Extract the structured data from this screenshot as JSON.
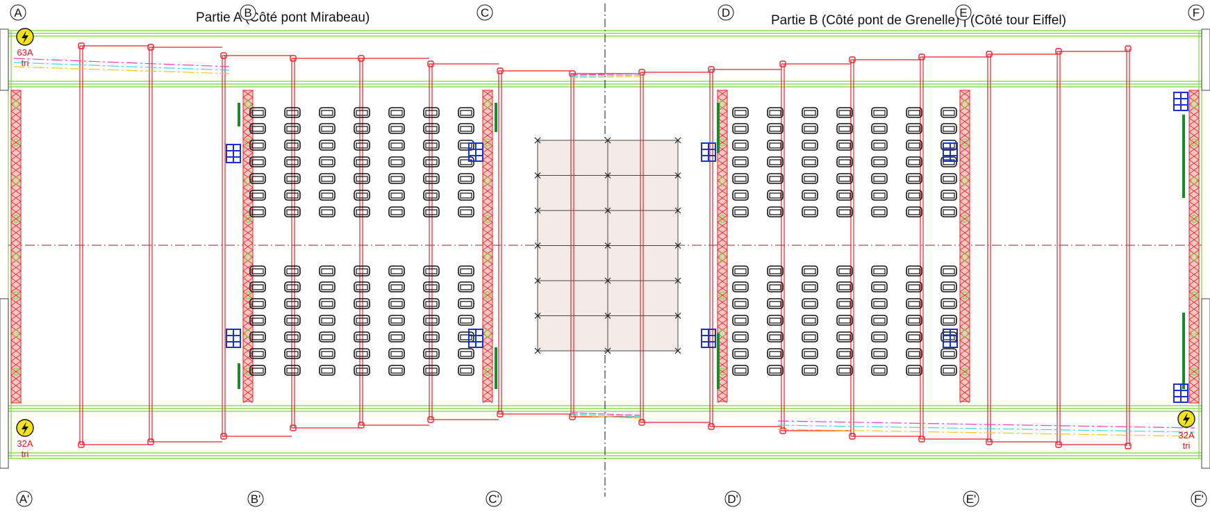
{
  "titles": {
    "part_a": "Partie A (Côté pont Mirabeau)",
    "part_b": "Partie B (Côté pont de Grenelle) | (Côté tour Eiffel)"
  },
  "axes_top": [
    "A",
    "B",
    "C",
    "D",
    "E",
    "F"
  ],
  "axes_bottom": [
    "A'",
    "B'",
    "C'",
    "D'",
    "E'",
    "F'"
  ],
  "electrical": [
    {
      "amps": "63A",
      "phase": "tri"
    },
    {
      "amps": "32A",
      "phase": "tri"
    },
    {
      "amps": "32A",
      "phase": "tri"
    }
  ],
  "colors": {
    "structure_green": "#7ed23c",
    "truss_red": "#e8202a",
    "truss_fill": "#f7c8c2",
    "chairs": "#111111",
    "speaker_blue": "#1a2fd6",
    "dance_floor": "#f3ebe6",
    "power_yellow": "#f5e21a",
    "cables": [
      "#ff3ab0",
      "#35d6e6",
      "#f5c518"
    ]
  },
  "seating": {
    "blocks": 4,
    "rows_per_block": 7,
    "seats_per_row": 7
  },
  "dance_floor": {
    "columns": 2,
    "rows": 6
  },
  "icons": [
    "power-outlet-icon",
    "speaker-stack-icon",
    "chair-icon",
    "truss-icon",
    "axis-marker-icon"
  ]
}
